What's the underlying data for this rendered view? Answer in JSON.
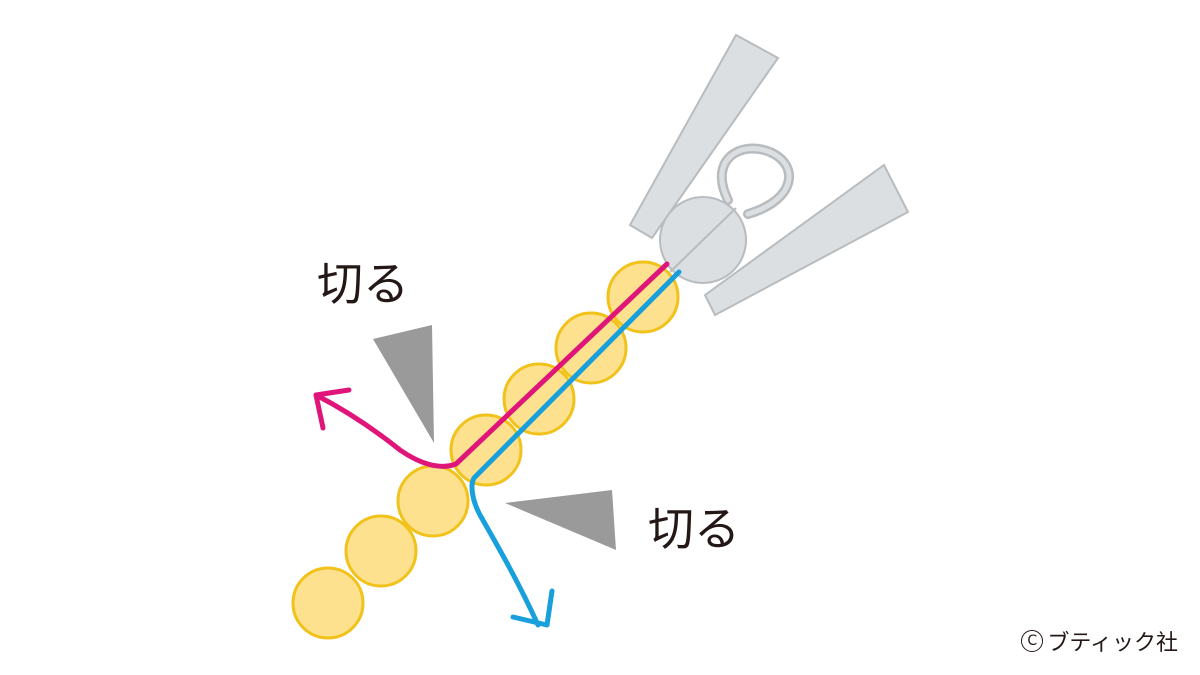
{
  "labels": {
    "cut_upper": "切る",
    "cut_lower": "切る"
  },
  "credit": {
    "copyright_symbol": "C",
    "publisher": "ブティック社"
  },
  "colors": {
    "bead_fill": "#fde18f",
    "bead_stroke": "#f0c21a",
    "metal_fill": "#dcdfe1",
    "metal_stroke": "#b8bcbf",
    "thread_magenta": "#e0157a",
    "thread_cyan": "#18a0dc",
    "marker_gray": "#9a9a9a",
    "text": "#231815"
  },
  "icons": {
    "cut_marker_upper": "triangle-pointer-icon",
    "cut_marker_lower": "triangle-pointer-icon",
    "arrow_magenta": "arrow-up-left-icon",
    "arrow_cyan": "arrow-down-icon"
  }
}
